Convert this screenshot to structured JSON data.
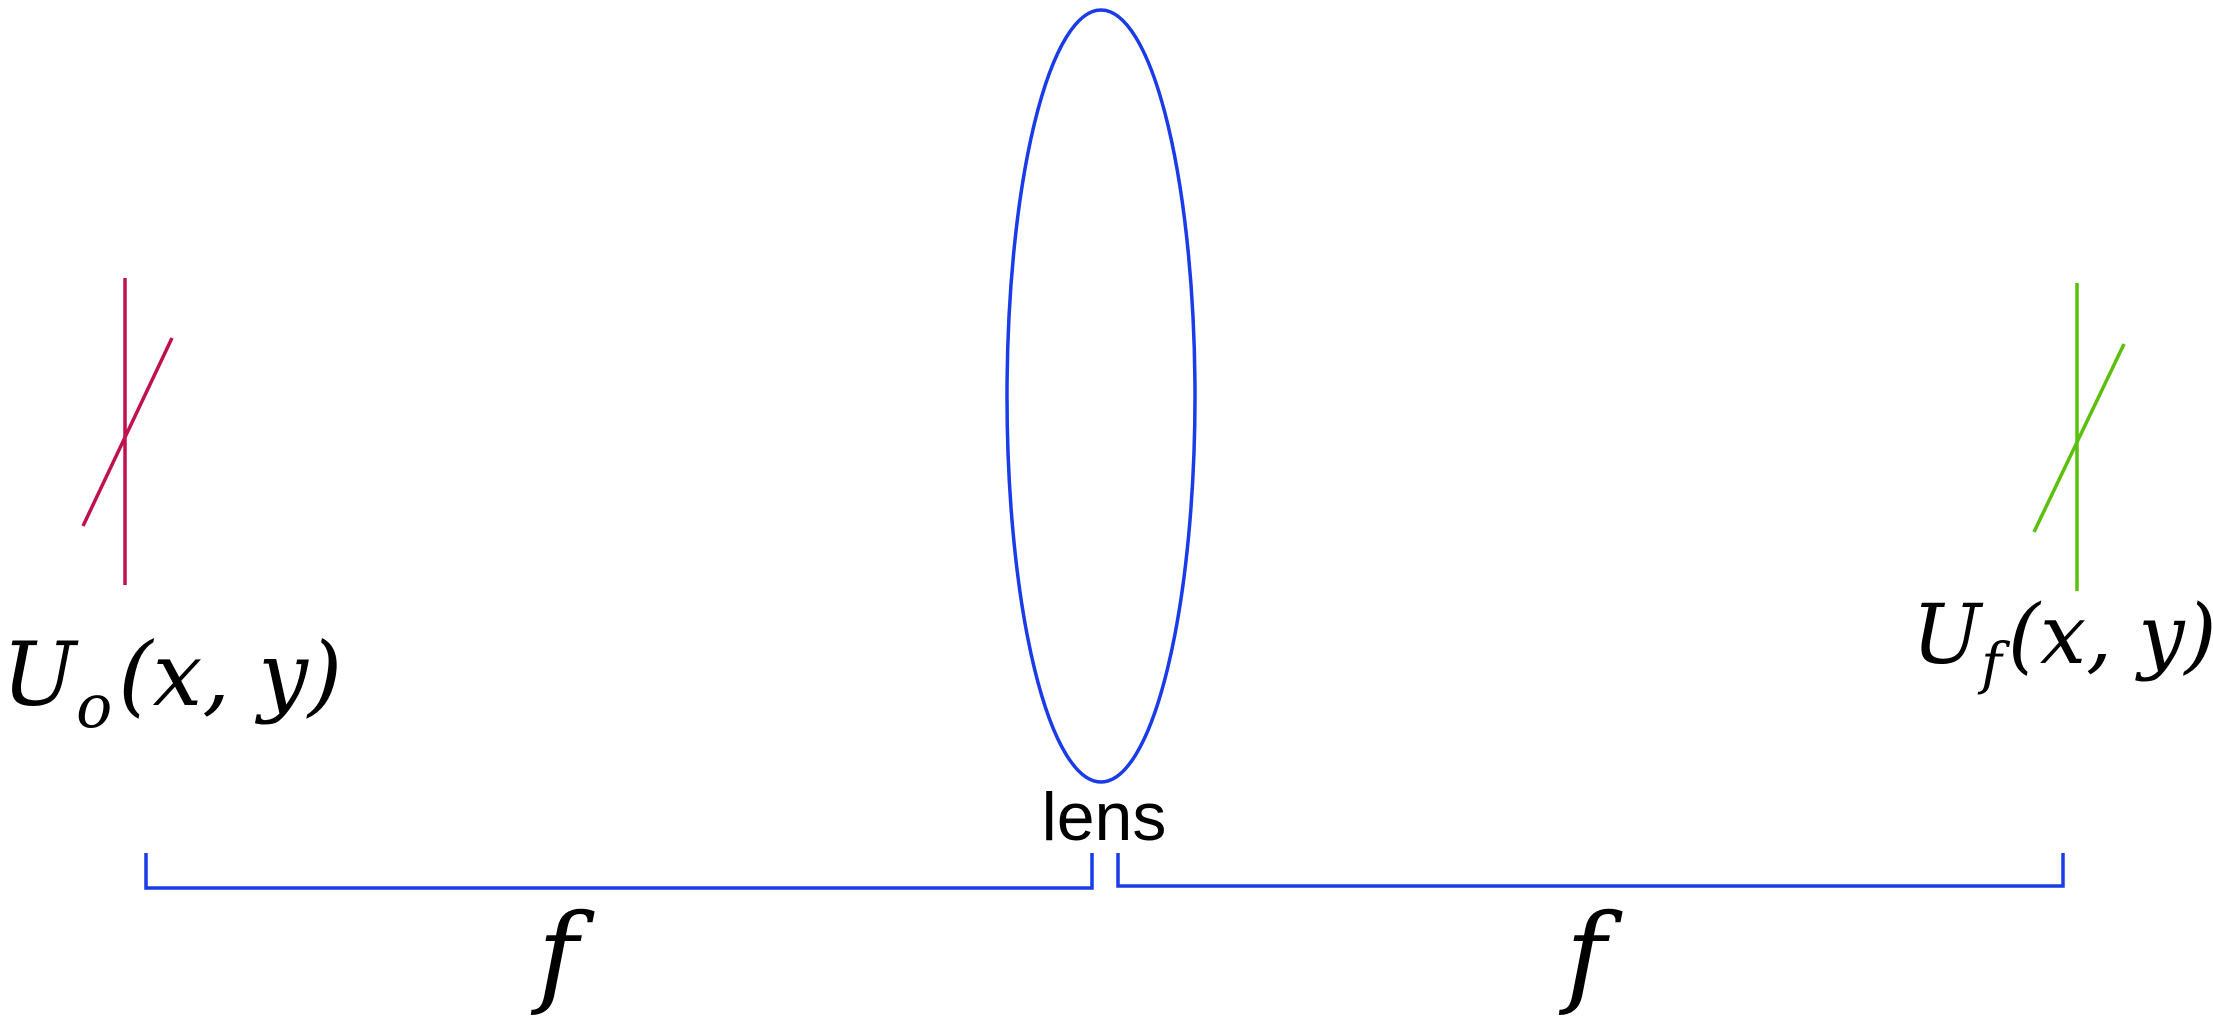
{
  "colors": {
    "object_plane": "#c0114f",
    "image_plane": "#5cbf0e",
    "lens": "#1a3be8",
    "bracket": "#1a3be8",
    "text": "#000000"
  },
  "object": {
    "symbol": "U",
    "subscript": "o",
    "args": "(x, y)"
  },
  "image": {
    "symbol": "U",
    "subscript": "f",
    "args": "(x, y)"
  },
  "lens": {
    "label": "lens"
  },
  "distances": {
    "left_label": "f",
    "right_label": "f"
  }
}
